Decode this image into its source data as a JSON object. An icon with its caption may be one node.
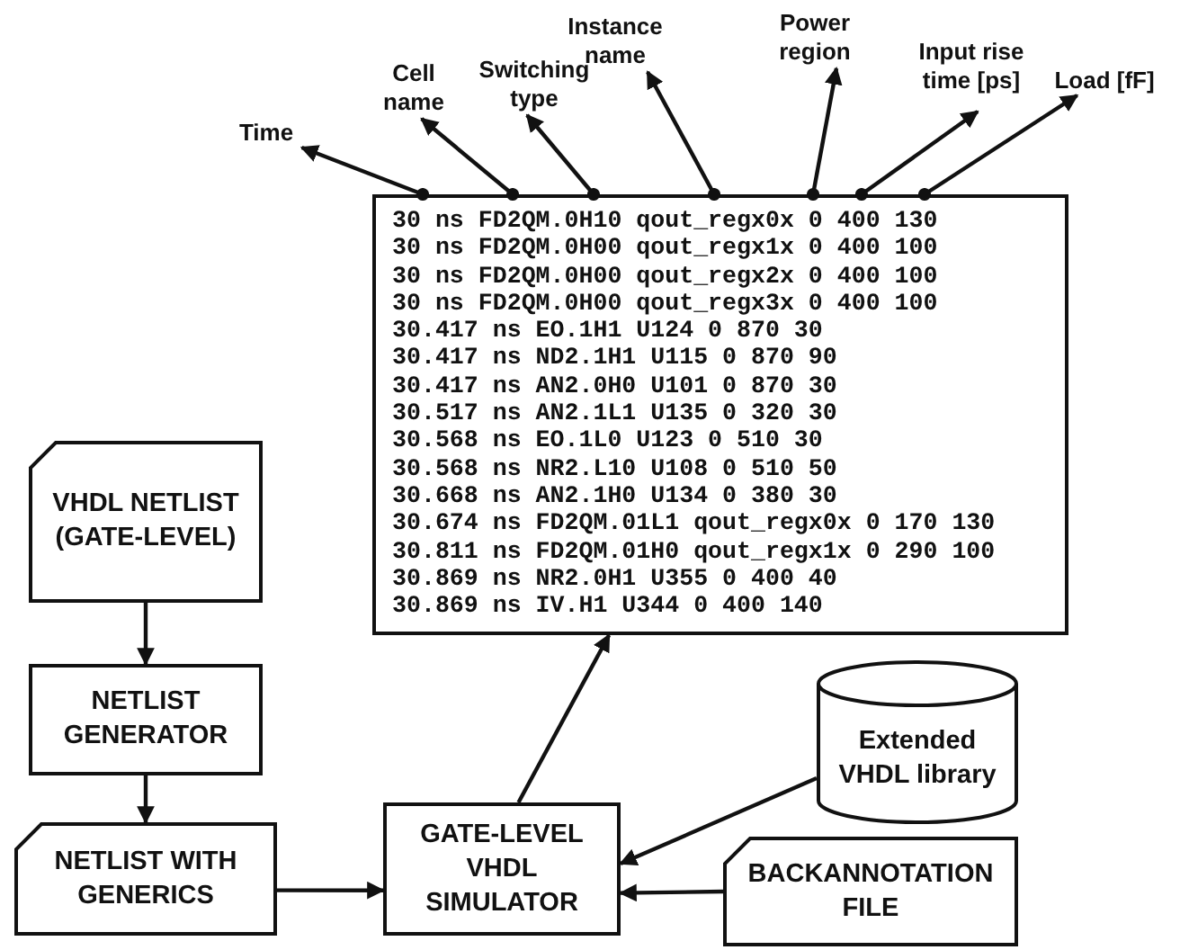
{
  "diagram": {
    "nodes": [
      {
        "text": [
          "Time"
        ]
      },
      {
        "text": [
          "Cell name"
        ]
      },
      {
        "text": [
          "Switching type"
        ]
      },
      {
        "text": [
          "Instance name"
        ]
      },
      {
        "text": [
          "Power region"
        ]
      },
      {
        "text": [
          "Input rise time [ps]"
        ]
      },
      {
        "text": [
          "Load [fF]"
        ]
      },
      {
        "text": [
          "30 ns FD2QM.0H10 qout_regx0x 0 400 130",
          "30 ns FD2QM.0H00 qout_regx1x 0 400 100",
          "30 ns FD2QM.0H00 qout_regx2x 0 400 100",
          "30 ns FD2QM.0H00 qout_regx3x 0 400 100",
          "30.417 ns EO.1H1 U124 0 870 30",
          "30.417 ns ND2.1H1 U115 0 870 90",
          "30.417 ns AN2.0H0 U101 0 870 30",
          "30.517 ns AN2.1L1 U135 0 320 30",
          "30.568 ns EO.1L0 U123 0 510 30",
          "30.568 ns NR2.L10 U108 0 510 50",
          "30.668 ns AN2.1H0 U134 0 380 30",
          "30.674 ns FD2QM.01L1 qout_regx0x 0 170 130",
          "30.811 ns FD2QM.01H0 qout_regx1x 0 290 100",
          "30.869 ns NR2.0H1 U355 0 400 40",
          "30.869 ns IV.H1 U344 0 400 140"
        ]
      },
      {
        "text": [
          "VHDL NETLIST (GATE-LEVEL)"
        ]
      },
      {
        "text": [
          "NETLIST GENERATOR"
        ]
      },
      {
        "text": [
          "Extended VHDL library"
        ]
      },
      {
        "text": [
          "NETLIST WITH GENERICS"
        ]
      },
      {
        "text": [
          "GATE-LEVEL VHDL SIMULATOR"
        ]
      },
      {
        "text": [
          "BACKANNOTATION FILE"
        ]
      }
    ],
    "edges": [
      {
        "from": 7,
        "to": 0,
        "arrow": "to"
      },
      {
        "from": 7,
        "to": 1,
        "arrow": "to"
      },
      {
        "from": 7,
        "to": 2,
        "arrow": "to"
      },
      {
        "from": 7,
        "to": 3,
        "arrow": "to"
      },
      {
        "from": 7,
        "to": 4,
        "arrow": "to"
      },
      {
        "from": 7,
        "to": 5,
        "arrow": "to"
      },
      {
        "from": 7,
        "to": 6,
        "arrow": "to"
      },
      {
        "from": 8,
        "to": 9,
        "arrow": "to"
      },
      {
        "from": 9,
        "to": 11,
        "arrow": "to"
      },
      {
        "from": 11,
        "to": 12,
        "arrow": "to"
      },
      {
        "from": 12,
        "to": 7,
        "arrow": "to"
      },
      {
        "from": 10,
        "to": 12,
        "arrow": "to"
      },
      {
        "from": 13,
        "to": 12,
        "arrow": "to"
      }
    ]
  }
}
